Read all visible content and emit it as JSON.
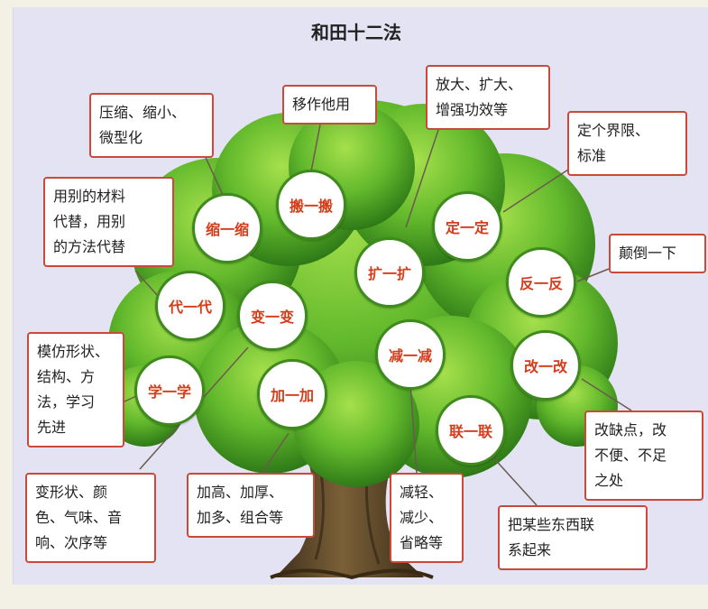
{
  "title": "和田十二法",
  "methods": [
    {
      "id": "suo",
      "label": "缩一缩",
      "desc": "压缩、缩小、\n微型化"
    },
    {
      "id": "ban",
      "label": "搬一搬",
      "desc": "移作他用"
    },
    {
      "id": "kuo",
      "label": "扩一扩",
      "desc": "放大、扩大、\n增强功效等"
    },
    {
      "id": "ding",
      "label": "定一定",
      "desc": "定个界限、\n标准"
    },
    {
      "id": "dai",
      "label": "代一代",
      "desc": "用别的材料\n代替，用别\n的方法代替"
    },
    {
      "id": "bian",
      "label": "变一变",
      "desc": "变形状、颜\n色、气味、音\n响、次序等"
    },
    {
      "id": "fan",
      "label": "反一反",
      "desc": "颠倒一下"
    },
    {
      "id": "xue",
      "label": "学一学",
      "desc": "模仿形状、\n结构、方\n法，学习\n先进"
    },
    {
      "id": "jian",
      "label": "减一减",
      "desc": "减轻、\n减少、\n省略等"
    },
    {
      "id": "gai",
      "label": "改一改",
      "desc": "改缺点，改\n不便、不足\n之处"
    },
    {
      "id": "jia",
      "label": "加一加",
      "desc": "加高、加厚、\n加多、组合等"
    },
    {
      "id": "lian",
      "label": "联一联",
      "desc": "把某些东西联\n系起来"
    }
  ],
  "colors": {
    "circle_text": "#d53c1a",
    "circle_border": "#3e8a1e",
    "box_border": "#c94a3b",
    "connector": "#6b5a4e",
    "foliage": "#5eb82c",
    "trunk": "#5a4528"
  }
}
